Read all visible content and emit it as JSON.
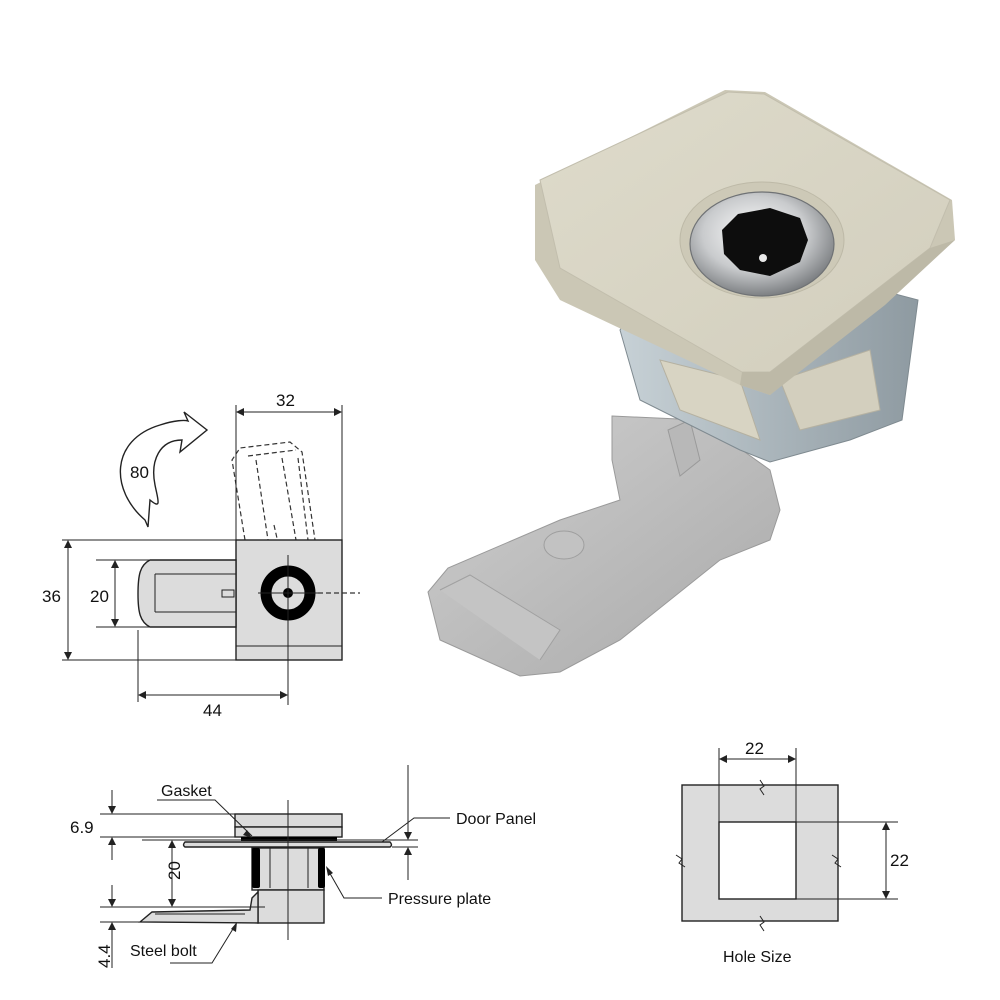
{
  "product_photo": {
    "subject": "Quarter-turn cam lock with beige square housing, chrome cylinder with double-bit key slot, zinc-plated bracket and die-cast steel tongue",
    "colors": {
      "housing": "#d9d5c4",
      "cylinder": "#c8cacc",
      "bracket": "#aab6bd",
      "tongue": "#bdbdbd"
    }
  },
  "front_view": {
    "rotation_label": "80",
    "dimensions": {
      "width_top": "32",
      "height_overall": "36",
      "tongue_height": "20",
      "tongue_length": "44"
    }
  },
  "side_view": {
    "dimensions": {
      "head_height": "6.9",
      "grip_range": "20",
      "bolt_thickness": "4.4"
    },
    "labels": {
      "gasket": "Gasket",
      "door_panel": "Door Panel",
      "pressure_plate": "Pressure plate",
      "steel_bolt": "Steel bolt"
    }
  },
  "hole_view": {
    "dimensions": {
      "width": "22",
      "height": "22"
    },
    "caption": "Hole Size"
  },
  "colors": {
    "part_fill": "#dcdcdc",
    "line": "#222222",
    "background": "#ffffff"
  }
}
